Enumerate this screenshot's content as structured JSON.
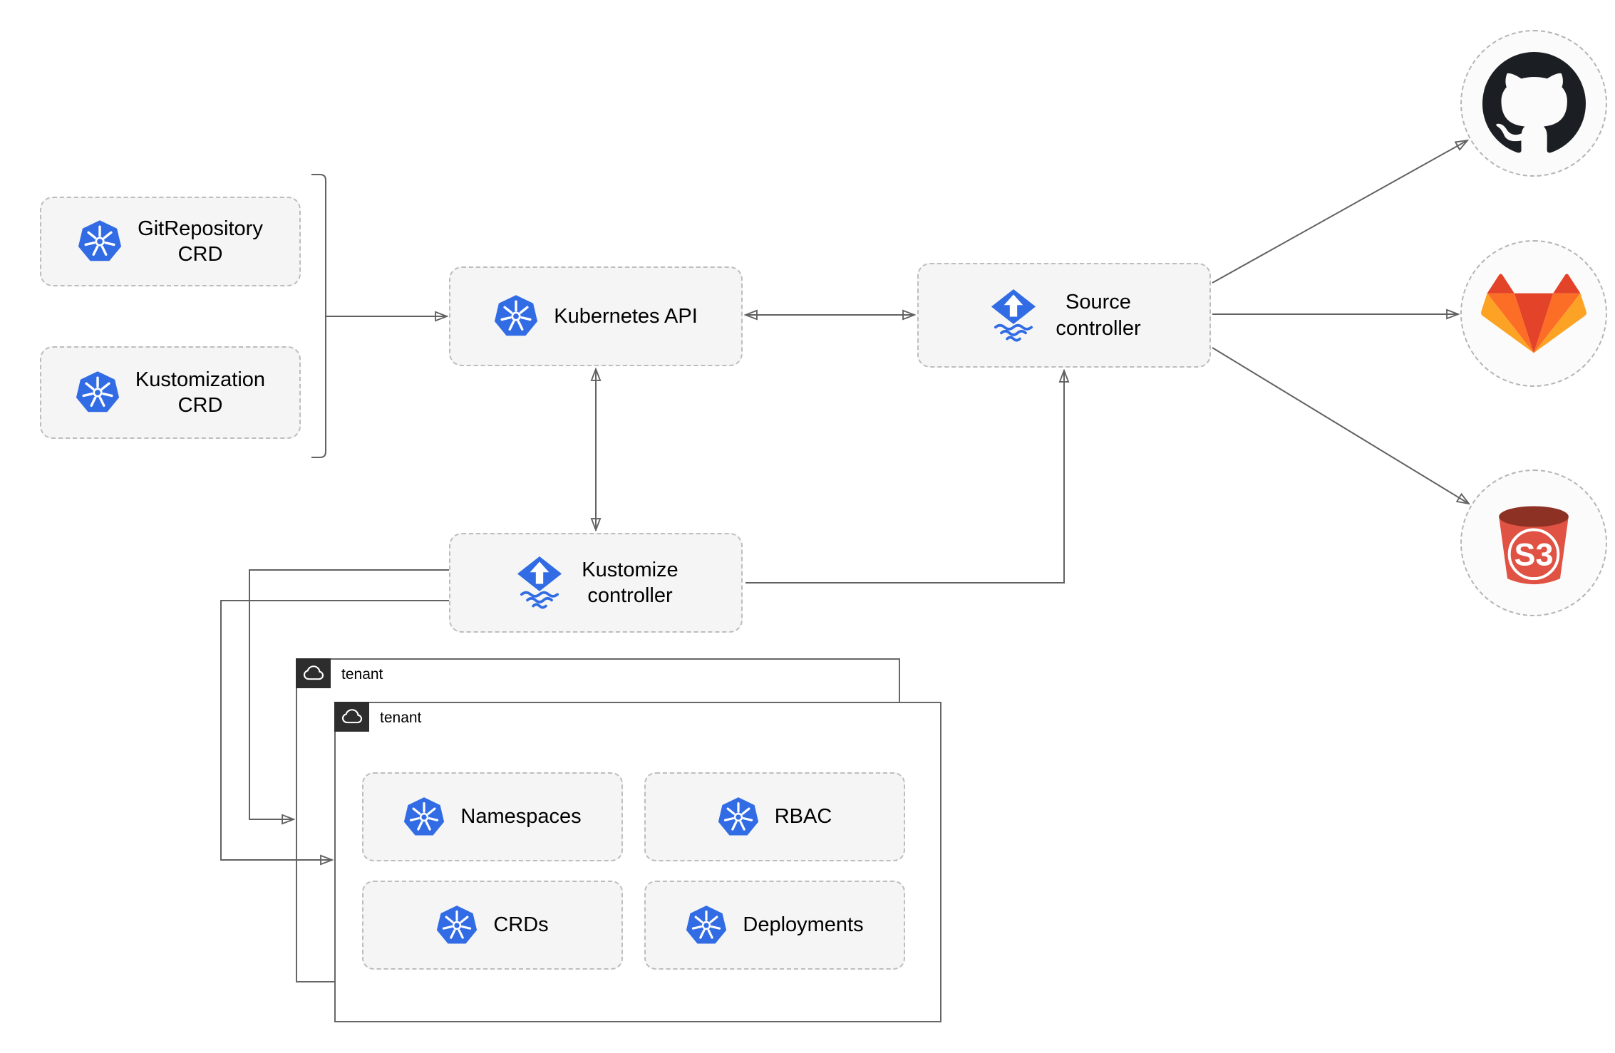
{
  "diagram": {
    "nodes": {
      "gitrepository_crd": {
        "label": "GitRepository\nCRD",
        "icon": "kubernetes-icon"
      },
      "kustomization_crd": {
        "label": "Kustomization\nCRD",
        "icon": "kubernetes-icon"
      },
      "kubernetes_api": {
        "label": "Kubernetes API",
        "icon": "kubernetes-icon"
      },
      "source_controller": {
        "label": "Source\ncontroller",
        "icon": "flux-icon"
      },
      "kustomize_controller": {
        "label": "Kustomize\ncontroller",
        "icon": "flux-icon"
      }
    },
    "tenant_groups": {
      "back": {
        "label": "tenant",
        "icon": "cloud-icon"
      },
      "front": {
        "label": "tenant",
        "icon": "cloud-icon",
        "resources": {
          "namespaces": {
            "label": "Namespaces",
            "icon": "kubernetes-icon"
          },
          "rbac": {
            "label": "RBAC",
            "icon": "kubernetes-icon"
          },
          "crds": {
            "label": "CRDs",
            "icon": "kubernetes-icon"
          },
          "deployments": {
            "label": "Deployments",
            "icon": "kubernetes-icon"
          }
        }
      }
    },
    "external_endpoints": [
      {
        "name": "github",
        "icon": "github-logo"
      },
      {
        "name": "gitlab",
        "icon": "gitlab-logo"
      },
      {
        "name": "s3",
        "icon": "s3-logo"
      }
    ],
    "edges": [
      {
        "from": "crd-group",
        "to": "kubernetes-api",
        "style": "arrow"
      },
      {
        "from": "kubernetes-api",
        "to": "source-controller",
        "style": "double-arrow"
      },
      {
        "from": "kubernetes-api",
        "to": "kustomize-controller",
        "style": "double-arrow"
      },
      {
        "from": "kustomize-controller",
        "to": "source-controller",
        "style": "arrow"
      },
      {
        "from": "source-controller",
        "to": "github",
        "style": "arrow"
      },
      {
        "from": "source-controller",
        "to": "gitlab",
        "style": "arrow"
      },
      {
        "from": "source-controller",
        "to": "s3",
        "style": "arrow"
      },
      {
        "from": "kustomize-controller",
        "to": "tenant-back",
        "style": "arrow"
      },
      {
        "from": "kustomize-controller",
        "to": "tenant-front",
        "style": "arrow"
      }
    ],
    "colors": {
      "kubernetes_blue": "#326CE5",
      "flux_blue": "#316CE4",
      "edge_gray": "#616161",
      "node_fill": "#F5F5F5",
      "node_border": "#BDBDBD",
      "tenant_tab_dark": "#2D2D2D",
      "github_dark": "#1B1F23",
      "gitlab_red": "#E24329",
      "gitlab_orange": "#FC6D26",
      "gitlab_yellow": "#FCA326",
      "s3_red": "#E05243",
      "s3_maroon": "#8C3123"
    }
  }
}
